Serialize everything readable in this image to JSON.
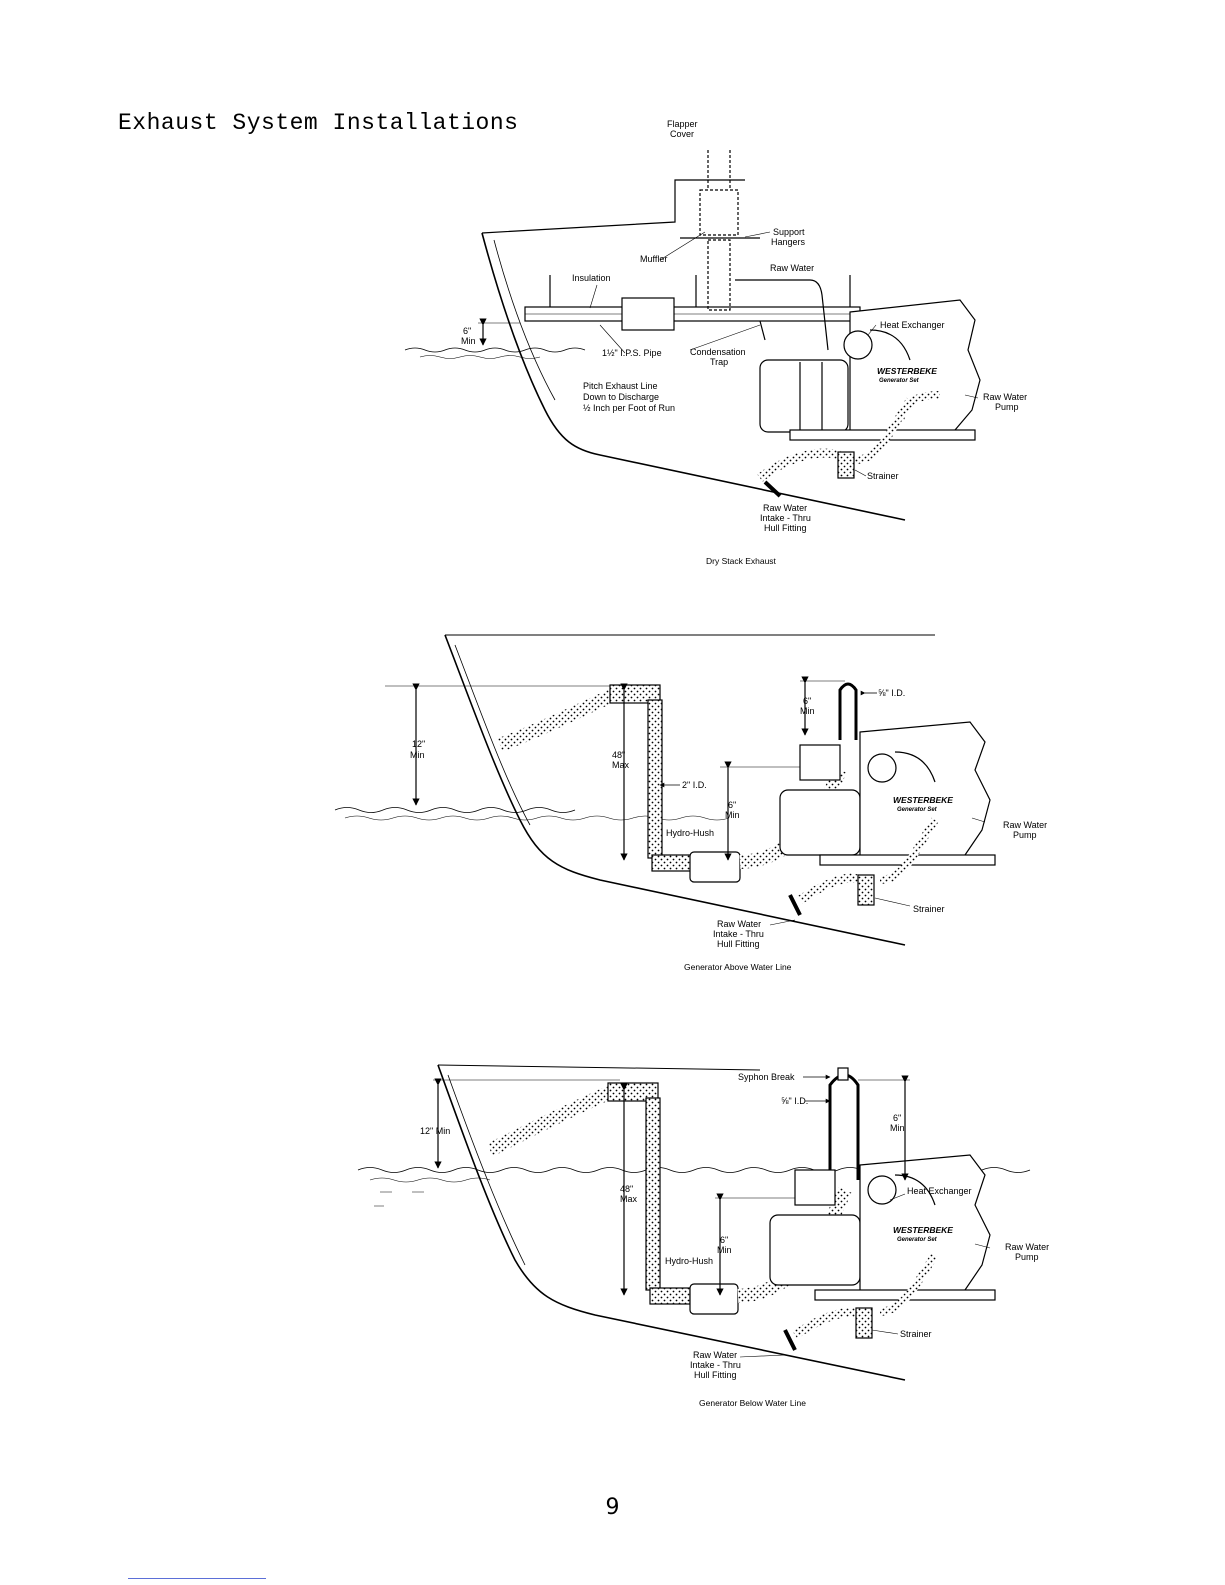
{
  "page": {
    "title": "Exhaust System Installations",
    "page_number": "9"
  },
  "fig1": {
    "caption": "Dry Stack Exhaust",
    "labels": {
      "flapper": "Flapper",
      "cover": "Cover",
      "support": "Support",
      "hangers": "Hangers",
      "muffler": "Muffler",
      "insulation": "Insulation",
      "raw_water": "Raw Water",
      "six_in": "6\"",
      "min": "Min",
      "heat_exchanger": "Heat Exchanger",
      "ips_pipe": "1½\" I.P.S. Pipe",
      "condensation": "Condensation",
      "trap": "Trap",
      "brand": "WESTERBEKE",
      "brand_sub": "Generator Set",
      "pitch1": "Pitch Exhaust Line",
      "pitch2": "Down to Discharge",
      "pitch3": "½ Inch per Foot of Run",
      "raw_water_pump1": "Raw Water",
      "raw_water_pump2": "Pump",
      "strainer": "Strainer",
      "intake1": "Raw Water",
      "intake2": "Intake - Thru",
      "intake3": "Hull Fitting"
    }
  },
  "fig2": {
    "caption": "Generator Above Water Line",
    "labels": {
      "twelve": "12\"",
      "min": "Min",
      "forty_eight": "48\"",
      "max": "Max",
      "six_top": "6\"",
      "min_top": "Min",
      "id_small": "⅝\" I.D.",
      "id_two": "2\" I.D.",
      "six_mid": "6\"",
      "min_mid": "Min",
      "hydro_hush": "Hydro-Hush",
      "brand": "WESTERBEKE",
      "brand_sub": "Generator Set",
      "raw_water_pump1": "Raw Water",
      "raw_water_pump2": "Pump",
      "strainer": "Strainer",
      "intake1": "Raw Water",
      "intake2": "Intake - Thru",
      "intake3": "Hull Fitting"
    }
  },
  "fig3": {
    "caption": "Generator Below Water Line",
    "labels": {
      "syphon_break": "Syphon Break",
      "id_small": "⅝\" I.D.",
      "six_top": "6\"",
      "min_top": "Min",
      "twelve_min": "12\" Min",
      "heat_exchanger": "Heat Exchanger",
      "forty_eight": "48\"",
      "max": "Max",
      "brand": "WESTERBEKE",
      "brand_sub": "Generator Set",
      "six_mid": "6\"",
      "min_mid": "Min",
      "hydro_hush": "Hydro-Hush",
      "raw_water_pump1": "Raw Water",
      "raw_water_pump2": "Pump",
      "strainer": "Strainer",
      "intake1": "Raw Water",
      "intake2": "Intake - Thru",
      "intake3": "Hull Fitting"
    }
  }
}
